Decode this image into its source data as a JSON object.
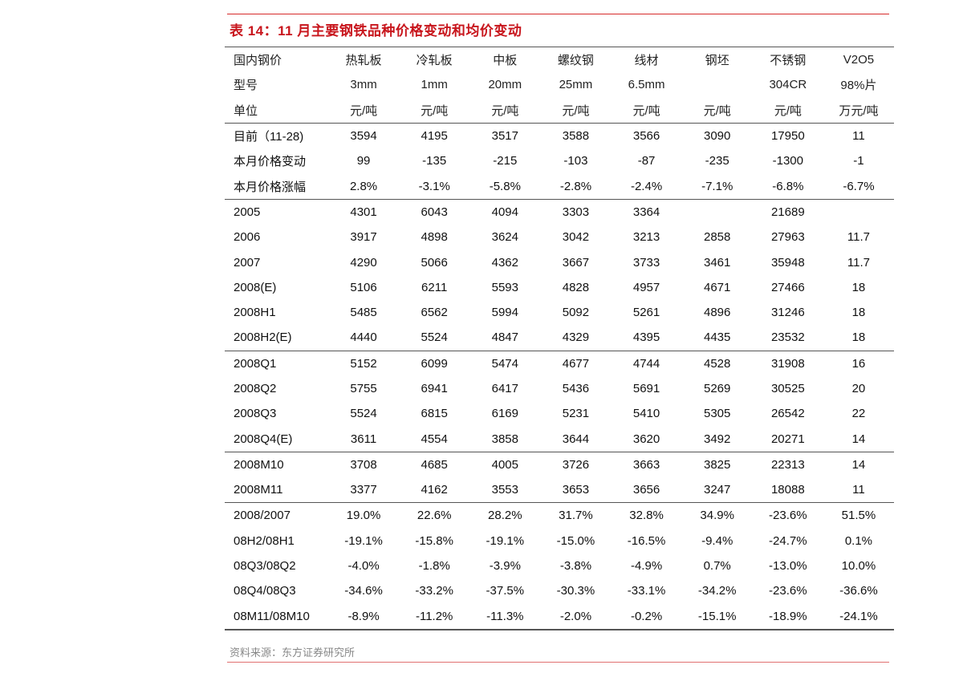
{
  "title": "表 14：11 月主要钢铁品种价格变动和均价变动",
  "header": {
    "row_labels": [
      "国内钢价",
      "型号",
      "单位"
    ],
    "products": [
      "热轧板",
      "冷轧板",
      "中板",
      "螺纹钢",
      "线材",
      "钢坯",
      "不锈钢",
      "V2O5"
    ],
    "specs": [
      "3mm",
      "1mm",
      "20mm",
      "25mm",
      "6.5mm",
      "",
      "304CR",
      "98%片"
    ],
    "units": [
      "元/吨",
      "元/吨",
      "元/吨",
      "元/吨",
      "元/吨",
      "元/吨",
      "元/吨",
      "万元/吨"
    ]
  },
  "groups": [
    {
      "rows": [
        {
          "label": "目前（11-28)",
          "values": [
            "3594",
            "4195",
            "3517",
            "3588",
            "3566",
            "3090",
            "17950",
            "11"
          ]
        },
        {
          "label": "本月价格变动",
          "values": [
            "99",
            "-135",
            "-215",
            "-103",
            "-87",
            "-235",
            "-1300",
            "-1"
          ]
        },
        {
          "label": "本月价格涨幅",
          "values": [
            "2.8%",
            "-3.1%",
            "-5.8%",
            "-2.8%",
            "-2.4%",
            "-7.1%",
            "-6.8%",
            "-6.7%"
          ]
        }
      ]
    },
    {
      "rows": [
        {
          "label": "2005",
          "values": [
            "4301",
            "6043",
            "4094",
            "3303",
            "3364",
            "",
            "21689",
            ""
          ]
        },
        {
          "label": "2006",
          "values": [
            "3917",
            "4898",
            "3624",
            "3042",
            "3213",
            "2858",
            "27963",
            "11.7"
          ]
        },
        {
          "label": "2007",
          "values": [
            "4290",
            "5066",
            "4362",
            "3667",
            "3733",
            "3461",
            "35948",
            "11.7"
          ]
        },
        {
          "label": "2008(E)",
          "values": [
            "5106",
            "6211",
            "5593",
            "4828",
            "4957",
            "4671",
            "27466",
            "18"
          ]
        },
        {
          "label": "2008H1",
          "values": [
            "5485",
            "6562",
            "5994",
            "5092",
            "5261",
            "4896",
            "31246",
            "18"
          ]
        },
        {
          "label": "2008H2(E)",
          "values": [
            "4440",
            "5524",
            "4847",
            "4329",
            "4395",
            "4435",
            "23532",
            "18"
          ]
        }
      ]
    },
    {
      "rows": [
        {
          "label": "2008Q1",
          "values": [
            "5152",
            "6099",
            "5474",
            "4677",
            "4744",
            "4528",
            "31908",
            "16"
          ]
        },
        {
          "label": "2008Q2",
          "values": [
            "5755",
            "6941",
            "6417",
            "5436",
            "5691",
            "5269",
            "30525",
            "20"
          ]
        },
        {
          "label": "2008Q3",
          "values": [
            "5524",
            "6815",
            "6169",
            "5231",
            "5410",
            "5305",
            "26542",
            "22"
          ]
        },
        {
          "label": "2008Q4(E)",
          "values": [
            "3611",
            "4554",
            "3858",
            "3644",
            "3620",
            "3492",
            "20271",
            "14"
          ]
        }
      ]
    },
    {
      "rows": [
        {
          "label": "2008M10",
          "values": [
            "3708",
            "4685",
            "4005",
            "3726",
            "3663",
            "3825",
            "22313",
            "14"
          ]
        },
        {
          "label": "2008M11",
          "values": [
            "3377",
            "4162",
            "3553",
            "3653",
            "3656",
            "3247",
            "18088",
            "11"
          ]
        }
      ]
    },
    {
      "rows": [
        {
          "label": "2008/2007",
          "values": [
            "19.0%",
            "22.6%",
            "28.2%",
            "31.7%",
            "32.8%",
            "34.9%",
            "-23.6%",
            "51.5%"
          ]
        },
        {
          "label": "08H2/08H1",
          "values": [
            "-19.1%",
            "-15.8%",
            "-19.1%",
            "-15.0%",
            "-16.5%",
            "-9.4%",
            "-24.7%",
            "0.1%"
          ]
        },
        {
          "label": "08Q3/08Q2",
          "values": [
            "-4.0%",
            "-1.8%",
            "-3.9%",
            "-3.8%",
            "-4.9%",
            "0.7%",
            "-13.0%",
            "10.0%"
          ]
        },
        {
          "label": "08Q4/08Q3",
          "values": [
            "-34.6%",
            "-33.2%",
            "-37.5%",
            "-30.3%",
            "-33.1%",
            "-34.2%",
            "-23.6%",
            "-36.6%"
          ]
        },
        {
          "label": "08M11/08M10",
          "values": [
            "-8.9%",
            "-11.2%",
            "-11.3%",
            "-2.0%",
            "-0.2%",
            "-15.1%",
            "-18.9%",
            "-24.1%"
          ]
        }
      ]
    }
  ],
  "source": "资料来源：东方证券研究所",
  "colors": {
    "title_red": "#c8161d",
    "rule_red": "#d62a2a",
    "rule_dark": "#555555",
    "source_gray": "#888888"
  }
}
